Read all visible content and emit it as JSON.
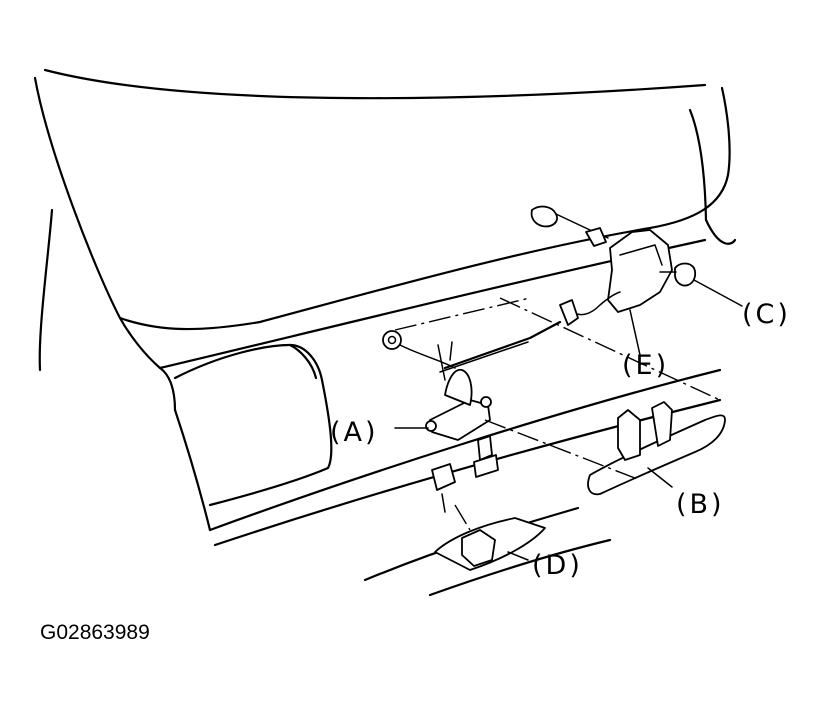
{
  "callouts": {
    "a": "(A)",
    "b": "(B)",
    "c": "(C)",
    "d": "(D)",
    "e": "(E)"
  },
  "figure_id": "G02863989"
}
